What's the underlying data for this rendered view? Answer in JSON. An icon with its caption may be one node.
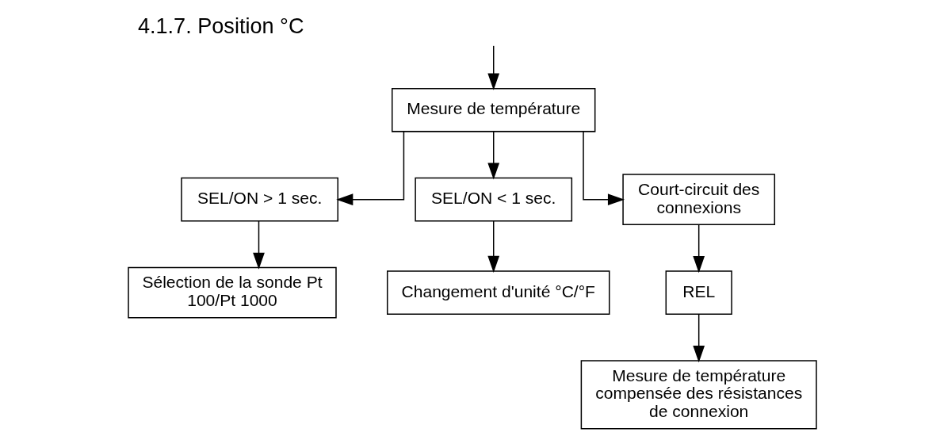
{
  "diagram": {
    "title": "4.1.7. Position °C",
    "nodes": [
      {
        "text": [
          "Mesure de température"
        ]
      },
      {
        "text": [
          "SEL/ON > 1 sec."
        ]
      },
      {
        "text": [
          "SEL/ON < 1 sec."
        ]
      },
      {
        "text": [
          "Court-circuit des connexions"
        ]
      },
      {
        "text": [
          "Sélection de la sonde Pt 100/Pt 1000"
        ]
      },
      {
        "text": [
          "Changement d'unité °C/°F"
        ]
      },
      {
        "text": [
          "REL"
        ]
      },
      {
        "text": [
          "Mesure de température compensée des résistances de connexion"
        ]
      }
    ],
    "edges": [
      {
        "from": null,
        "to": 0,
        "arrow": "to"
      },
      {
        "from": 0,
        "to": 1,
        "arrow": "to"
      },
      {
        "from": 0,
        "to": 2,
        "arrow": "to"
      },
      {
        "from": 0,
        "to": 3,
        "arrow": "to"
      },
      {
        "from": 1,
        "to": 4,
        "arrow": "to"
      },
      {
        "from": 2,
        "to": 5,
        "arrow": "to"
      },
      {
        "from": 3,
        "to": 6,
        "arrow": "to"
      },
      {
        "from": 6,
        "to": 7,
        "arrow": "to"
      }
    ]
  }
}
